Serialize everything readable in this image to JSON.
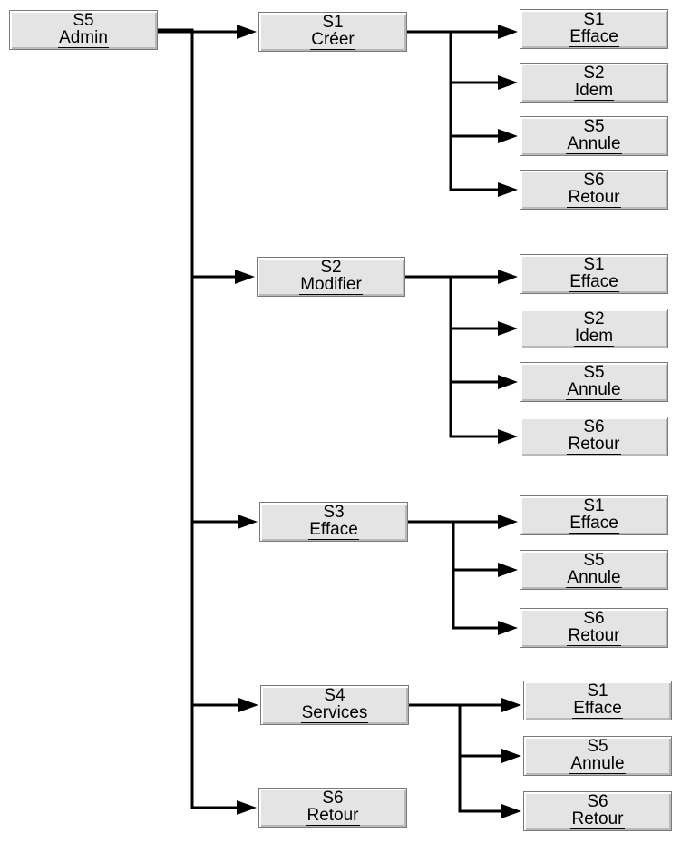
{
  "diagram": {
    "root": {
      "code": "S5",
      "label": "Admin"
    },
    "branches": [
      {
        "code": "S1",
        "label": "Créer",
        "children": [
          {
            "code": "S1",
            "label": "Efface"
          },
          {
            "code": "S2",
            "label": "Idem"
          },
          {
            "code": "S5",
            "label": "Annule"
          },
          {
            "code": "S6",
            "label": "Retour"
          }
        ]
      },
      {
        "code": "S2",
        "label": "Modifier",
        "children": [
          {
            "code": "S1",
            "label": "Efface"
          },
          {
            "code": "S2",
            "label": "Idem"
          },
          {
            "code": "S5",
            "label": "Annule"
          },
          {
            "code": "S6",
            "label": "Retour"
          }
        ]
      },
      {
        "code": "S3",
        "label": "Efface",
        "children": [
          {
            "code": "S1",
            "label": "Efface"
          },
          {
            "code": "S5",
            "label": "Annule"
          },
          {
            "code": "S6",
            "label": "Retour"
          }
        ]
      },
      {
        "code": "S4",
        "label": "Services",
        "children": [
          {
            "code": "S1",
            "label": "Efface"
          },
          {
            "code": "S5",
            "label": "Annule"
          },
          {
            "code": "S6",
            "label": "Retour"
          }
        ]
      },
      {
        "code": "S6",
        "label": "Retour",
        "children": []
      }
    ]
  }
}
